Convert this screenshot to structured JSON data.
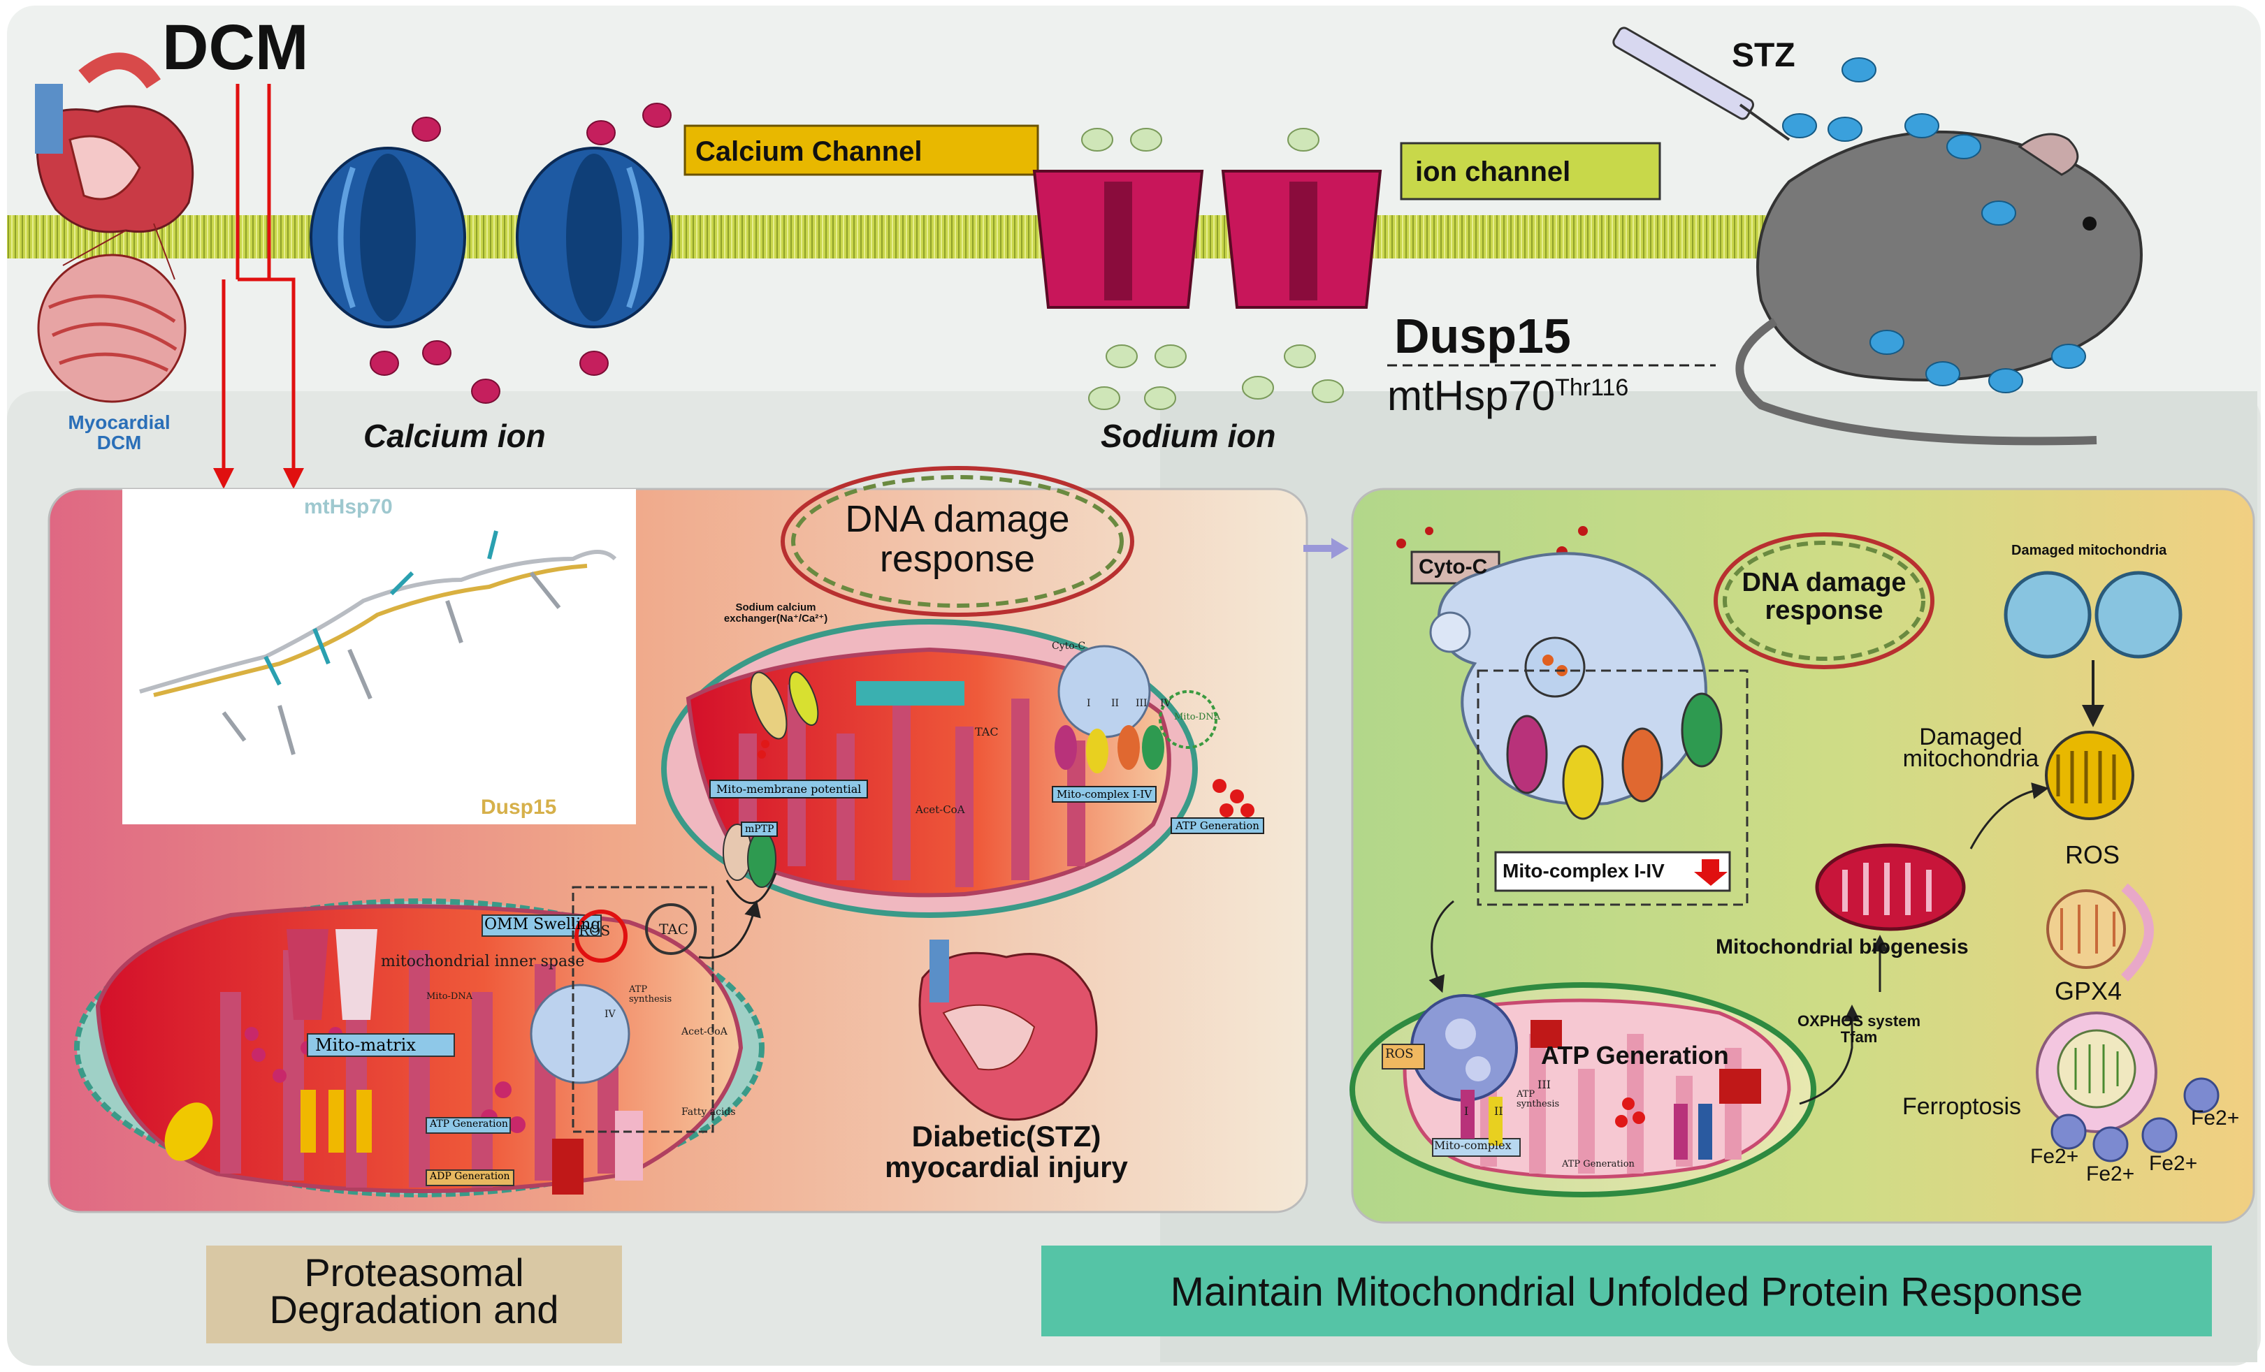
{
  "title": "DCM",
  "top": {
    "myocardial": [
      "Myocardial",
      "DCM"
    ],
    "calcium_channel": "Calcium Channel",
    "calcium_ion": "Calcium ion",
    "ion_channel": "ion channel",
    "sodium_ion": "Sodium ion",
    "stz": "STZ",
    "dusp15": "Dusp15",
    "mthsp70": "mtHsp70",
    "mthsp70_sup": "Thr116"
  },
  "left_panel": {
    "structure_labels": [
      "mtHsp70",
      "Dusp15"
    ],
    "dna_damage": [
      "DNA damage",
      "response"
    ],
    "sodium_calcium": [
      "Sodium calcium",
      "exchanger(Na⁺/Ca²⁺)"
    ],
    "upper_mito_labels": [
      "Mito-membrane potential",
      "mPTP",
      "TAC",
      "Acet-CoA",
      "Mito-complex I-IV",
      "ATP Generation",
      "Cyto-C",
      "Mito-DNA"
    ],
    "lower_mito_labels": [
      "OMM Swelling",
      "ROS",
      "TAC",
      "mitochondrial inner spase",
      "Mito-DNA",
      "Mito-matrix",
      "ATP synthesis",
      "Acet-CoA",
      "ATP Generation",
      "ADP Generation",
      "Fatty acids",
      "IV"
    ],
    "injury": [
      "Diabetic(STZ)",
      "myocardial injury"
    ],
    "complex_numerals": [
      "I",
      "II",
      "III",
      "IV"
    ]
  },
  "right_panel": {
    "cyto_c": "Cyto-C",
    "dna_damage": [
      "DNA damage",
      "response"
    ],
    "damaged_mito_top": "Damaged mitochondria",
    "damaged_mito": [
      "Damaged",
      "mitochondria"
    ],
    "mito_complex": "Mito-complex I-IV",
    "ros": "ROS",
    "gpx4": "GPX4",
    "biogenesis": "Mitochondrial biogenesis",
    "oxphos": [
      "OXPHOS system",
      "Tfam"
    ],
    "atp_generation": "ATP Generation",
    "ros_small": "ROS",
    "mito_complex_small": "Mito-complex",
    "atp_synthesis": "ATP synthesis",
    "atp_generation_small": "ATP Generation",
    "ferroptosis": "Ferroptosis",
    "fe_ions": [
      "Fe2+",
      "Fe2+",
      "Fe2+",
      "Fe2+"
    ],
    "complex_numerals": [
      "I",
      "II",
      "III"
    ]
  },
  "bottom": {
    "proteasomal": [
      "Proteasomal",
      "Degradation and"
    ],
    "maintain": "Maintain Mitochondrial Unfolded Protein Response"
  },
  "colors": {
    "membrane": "#c8d44a",
    "calcium_channel": "#1f5ea8",
    "sodium_channel": "#c8165a",
    "arrow_red": "#e01010",
    "box_tan": "#d9c8a4",
    "box_teal": "#55c4a6",
    "left_grad_start": "#e06a85",
    "left_grad_end": "#f3e4cf",
    "right_grad_start": "#b8d888",
    "right_grad_end": "#f0d080"
  }
}
